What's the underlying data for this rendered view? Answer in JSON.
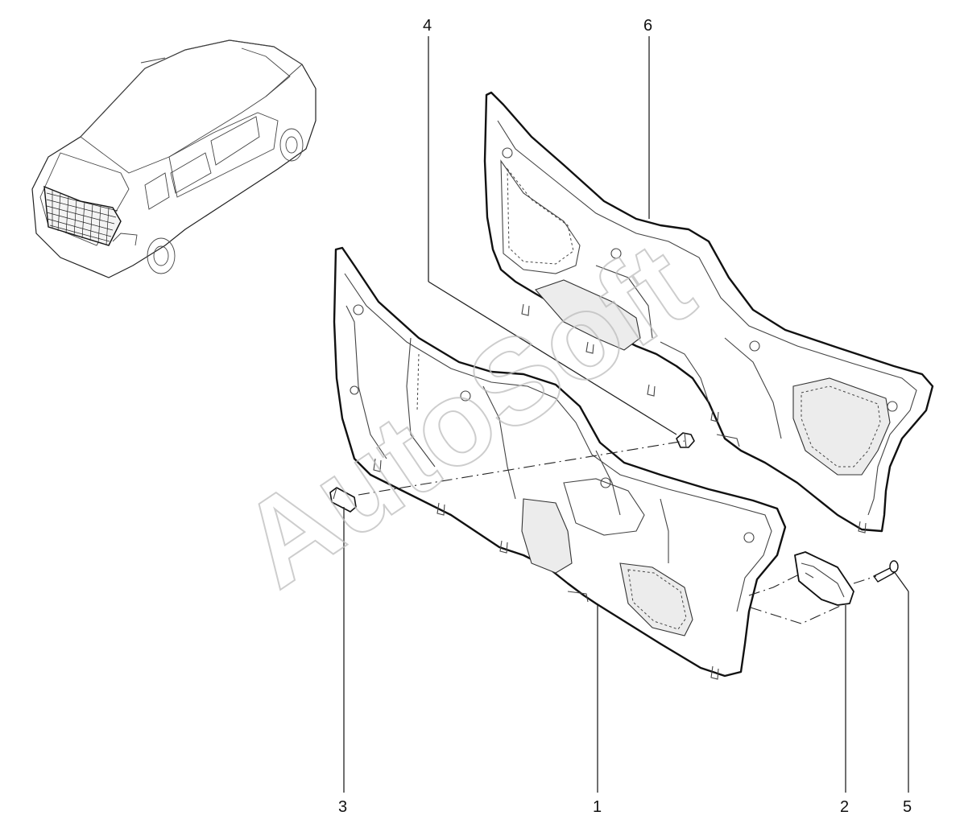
{
  "callouts": {
    "c1": "1",
    "c2": "2",
    "c3": "3",
    "c4": "4",
    "c5": "5",
    "c6": "6"
  },
  "watermark": "AutoSoft",
  "colors": {
    "ink": "#111111",
    "watermark": "#bdbdbd"
  }
}
